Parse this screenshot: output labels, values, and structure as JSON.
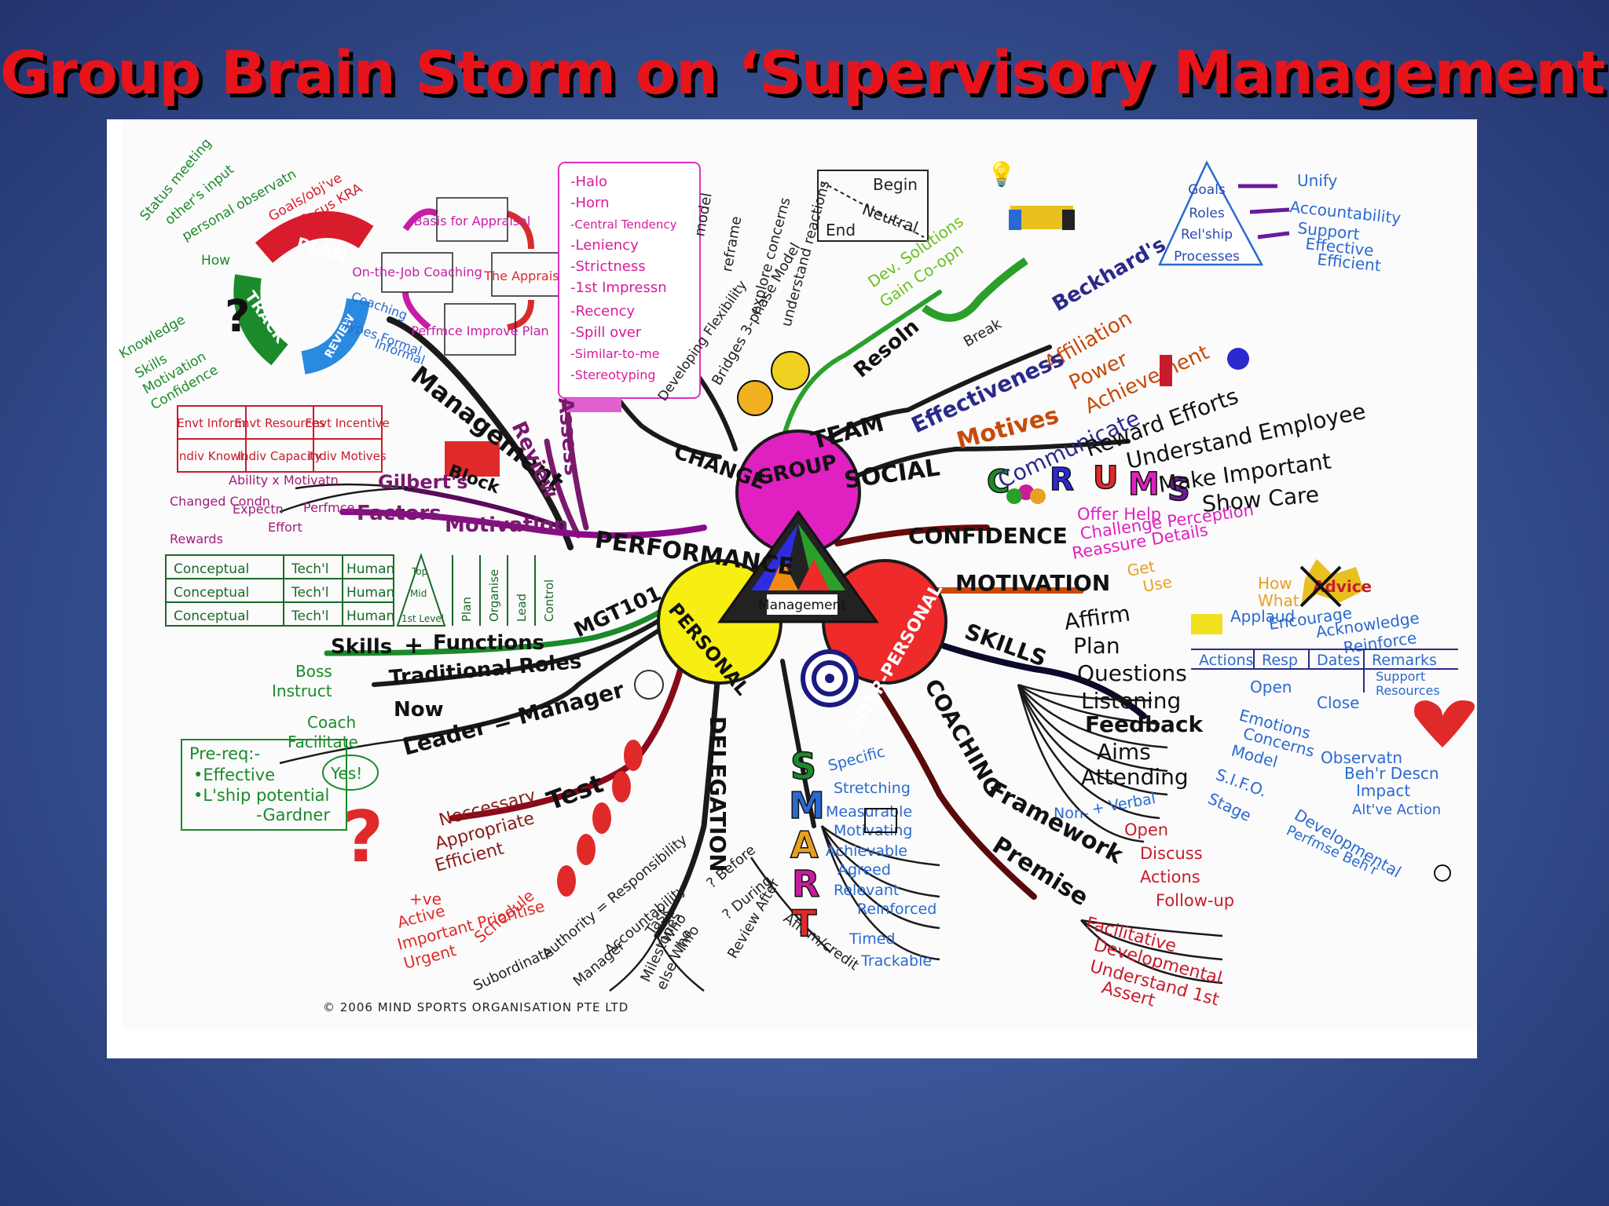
{
  "slide": {
    "title": "Group Brain Storm on ‘Supervisory Management’"
  },
  "colors": {
    "title_red": "#e8141c",
    "group_magenta": "#e020c0",
    "personal_yellow": "#f7ee12",
    "interpersonal_red": "#ee2a2a"
  },
  "map": {
    "center": {
      "label": "Management",
      "hubs": [
        "GROUP",
        "PERSONAL",
        "INTER-PERSONAL"
      ]
    },
    "branches": {
      "performance": "PERFORMANCE",
      "management": "Management",
      "review": "Review",
      "assess": "Assess",
      "gilberts": "Gilbert's",
      "block": "Block",
      "factors": "Factors",
      "motivation": "Motivation",
      "mgt101": "MGT101",
      "skills": "Skills",
      "plus": "+",
      "functions": "Functions",
      "traditional_roles": "Traditional Roles",
      "now": "Now",
      "leader_eq_manager": "Leader = Manager",
      "test": "Test",
      "delegation": "DELEGATION",
      "change": "CHANGE",
      "team": "TEAM",
      "social": "SOCIAL",
      "confidence": "CONFIDENCE",
      "motivation_right": "MOTIVATION",
      "skills_right": "SKILLS",
      "coaching": "COACHING",
      "framework": "Framework",
      "premise": "Premise",
      "effectiveness": "Effectiveness",
      "beckhards": "Beckhard's",
      "motives": "Motives",
      "communicate": "Communicate",
      "reward_efforts": "Reward Efforts",
      "understand_employee": "Understand Employee",
      "make_important": "Make Important",
      "show_care": "Show Care",
      "resoln": "Resoln",
      "bridges": "Bridges 3-phase Model",
      "developing_flexibility": "Developing Flexibility"
    },
    "plan_cycle": [
      "PLAN",
      "TRACK",
      "REVIEW"
    ],
    "plan_notes": [
      "Status meeting",
      "other's input",
      "personal observatn",
      "Goals/obj've",
      "Focus KRA",
      "How",
      "Coaching",
      "Types Formal",
      "Informal",
      "Knowledge",
      "Skills",
      "Motivation",
      "Confidence"
    ],
    "appraisal_cycle": [
      "Basis for Appraisal",
      "The Appraisal",
      "Perfmce Improve Plan",
      "On-the-Job Coaching"
    ],
    "biases": [
      "-Halo",
      "-Horn",
      "-Central Tendency",
      "-Leniency",
      "-Strictness",
      "-1st Impressn",
      "-Recency",
      "-Spill over",
      "-Similar-to-me",
      "-Stereotyping"
    ],
    "change_model": [
      "model",
      "reframe",
      "explore concerns",
      "understand reactions"
    ],
    "neutral_zone": [
      "Begin",
      "Neutral",
      "End"
    ],
    "resolution": [
      "Dev. Solutions",
      "Gain Co-opn",
      "Break"
    ],
    "gilbert_table": {
      "rows": [
        [
          "Envt Inform",
          "Envt Resources",
          "Envt Incentive"
        ],
        [
          "Indiv Knowl.",
          "Indiv Capacity",
          "Indiv Motives"
        ]
      ]
    },
    "expectancy": [
      "Ability x Motivatn",
      "Changed Condn",
      "Expectn",
      "Perfmce",
      "Effort",
      "Rewards"
    ],
    "skills_table": {
      "rows": [
        [
          "Conceptual",
          "Tech'l",
          "Human"
        ],
        [
          "Conceptual",
          "Tech'l",
          "Human"
        ],
        [
          "Conceptual",
          "Tech'l",
          "Human"
        ]
      ],
      "levels": [
        "Top",
        "Mid",
        "1st Level"
      ],
      "functions": [
        "Plan",
        "Organise",
        "Lead",
        "Control"
      ]
    },
    "roles": [
      "Boss",
      "Instruct",
      "Coach",
      "Facilitate",
      "Yes!"
    ],
    "prereq": [
      "Pre-req:-",
      "•Effective",
      "•L'ship potential",
      "-Gardner"
    ],
    "test_items": [
      "Neccessary",
      "Appropriate",
      "Efficient"
    ],
    "priority": [
      "+ve",
      "Active",
      "Important Prioritise",
      "Urgent",
      "Schedule"
    ],
    "delegation_items": [
      "Subordinate",
      "Authority = Responsibility",
      "Manager",
      "Accountability",
      "Task",
      "Who",
      "Info",
      "Milestones",
      "else Who",
      "? Before",
      "? During",
      "Review After",
      "Affirm/credit"
    ],
    "smart": {
      "letters": [
        "S",
        "M",
        "A",
        "R",
        "T"
      ],
      "words": [
        "Specific",
        "Stretching",
        "Measurable",
        "Motivating",
        "Achievable",
        "Agreed",
        "Relevant",
        "Reinforced",
        "Timed",
        "Trackable"
      ]
    },
    "beckhard": {
      "pyramid": [
        "Goals",
        "Roles",
        "Rel'ship",
        "Processes"
      ],
      "outcomes": [
        "Unify",
        "Accountability",
        "Support",
        "Effective",
        "Efficient"
      ]
    },
    "motives_items": [
      "Affiliation",
      "Power",
      "Achievement"
    ],
    "crums": [
      "C",
      "R",
      "U",
      "M",
      "S"
    ],
    "confidence_items": [
      "Offer Help",
      "Challenge Perception",
      "Reassure Details"
    ],
    "motivation_items": [
      "Get",
      "Use",
      "How",
      "What",
      "Advice",
      "Applaud",
      "Encourage",
      "Acknowledge",
      "Reinforce"
    ],
    "skill_items": [
      "Affirm",
      "Plan",
      "Questions",
      "Listening",
      "Feedback",
      "Aims",
      "Attending"
    ],
    "action_table": {
      "headers": [
        "Actions",
        "Resp",
        "Dates",
        "Remarks"
      ],
      "notes": [
        "Support",
        "Resources"
      ]
    },
    "listening_items": [
      "Open",
      "Close",
      "Emotions",
      "Concerns",
      "Model",
      "S.I.F.O.",
      "Stage"
    ],
    "feedback_items": [
      "Observatn",
      "Beh'r Descn",
      "Impact",
      "Alt've Action",
      "Developmental",
      "Perfmse Beh'r"
    ],
    "verbal_items": [
      "Non-",
      "+ Verbal"
    ],
    "framework_items": [
      "Open",
      "Discuss",
      "Actions",
      "Follow-up"
    ],
    "premise_items": [
      "Facilitative",
      "Developmental",
      "Understand 1st",
      "Assert"
    ],
    "copyright": "© 2006 MIND SPORTS ORGANISATION PTE LTD"
  }
}
